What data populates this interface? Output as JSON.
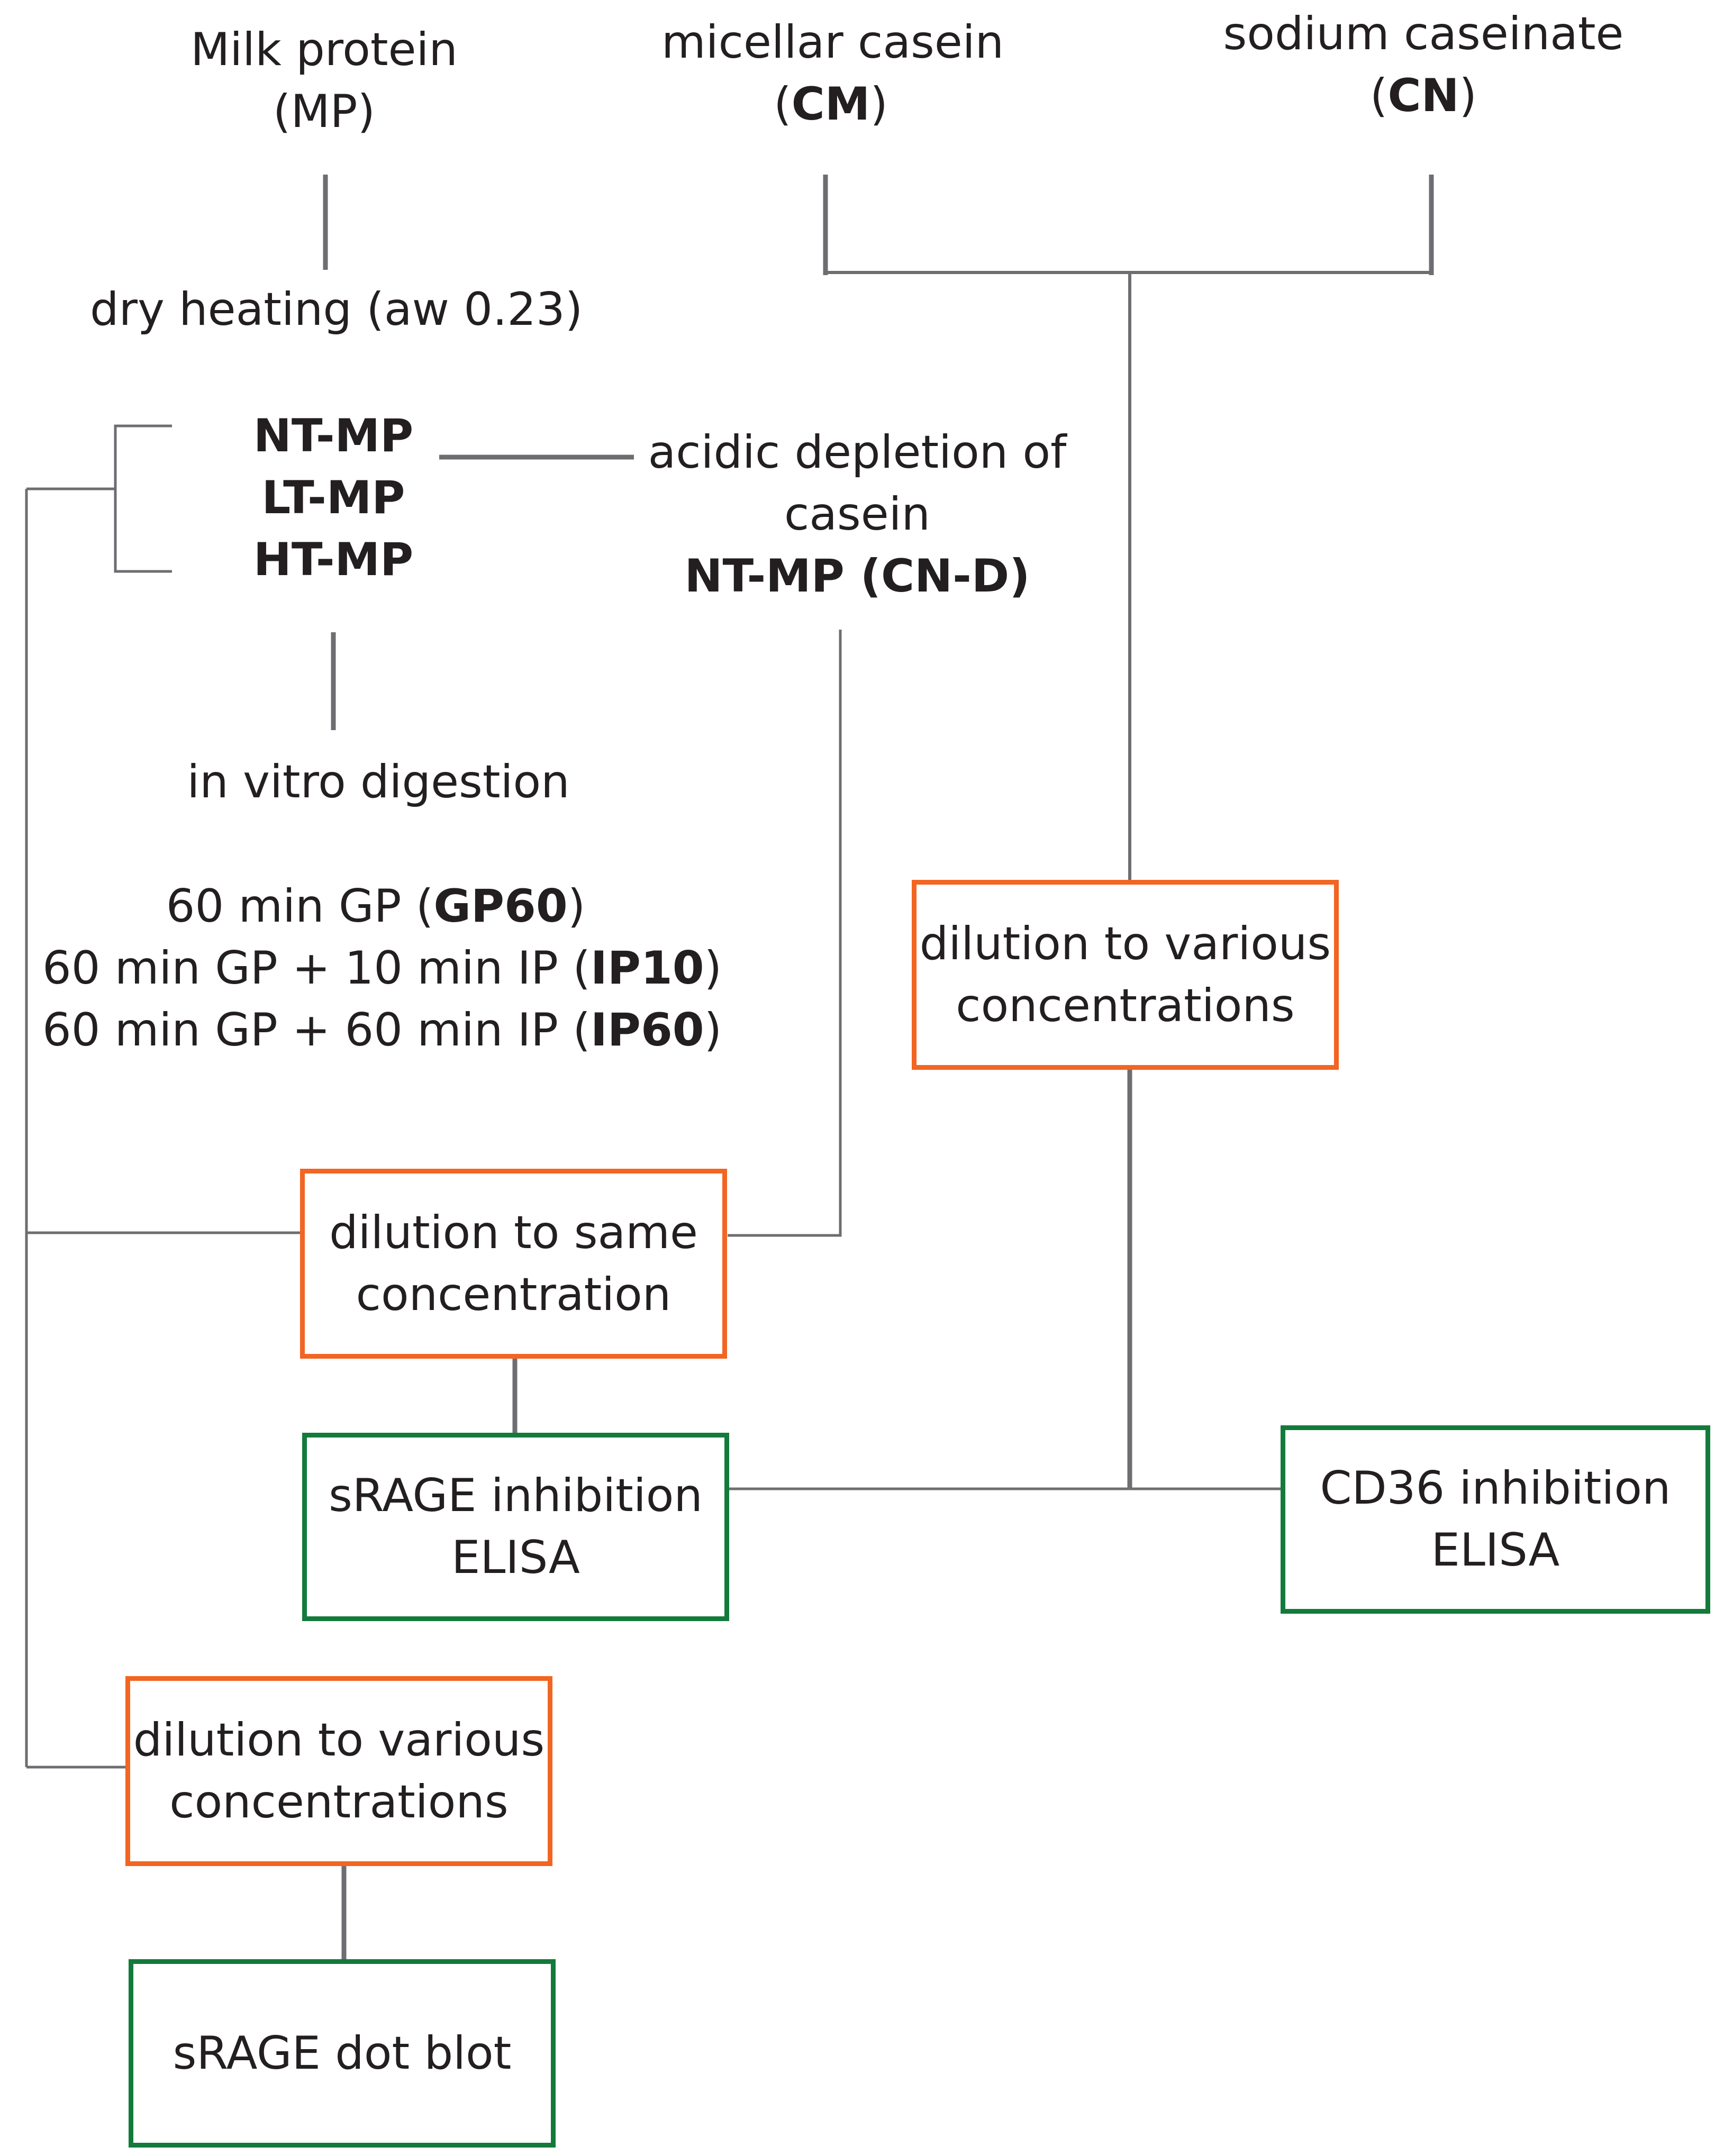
{
  "nodes": {
    "milk_protein": [
      "Milk protein",
      "(MP)"
    ],
    "micellar_casein": {
      "name": "micellar casein",
      "abbr": "CM"
    },
    "sodium_caseinate": {
      "name": "sodium caseinate",
      "abbr": "CN"
    },
    "dry_heating": "dry heating (aw 0.23)",
    "samples": [
      "NT-MP",
      "LT-MP",
      "HT-MP"
    ],
    "acidic_depletion": [
      "acidic depletion of",
      "casein",
      "NT-MP (CN-D)"
    ],
    "in_vitro_digestion": "in vitro  digestion",
    "digestion_steps": [
      {
        "text": "60 min GP",
        "code": "GP60"
      },
      {
        "text": "60 min GP + 10 min IP",
        "code": "IP10"
      },
      {
        "text": "60 min GP + 60 min IP",
        "code": "IP60"
      }
    ]
  },
  "boxes": {
    "dilution_various_top": [
      "dilution to various",
      "concentrations"
    ],
    "dilution_same": [
      "dilution to same",
      "concentration"
    ],
    "srage_elisa": [
      "sRAGE inhibition",
      "ELISA"
    ],
    "cd36_elisa": [
      "CD36 inhibition",
      "ELISA"
    ],
    "dilution_various_bottom": [
      "dilution to various",
      "concentrations"
    ],
    "srage_dot_blot": "sRAGE dot blot"
  },
  "colors": {
    "process_border": "#f26522",
    "assay_border": "#137a3c",
    "connector": "#6d6e71",
    "text": "#231f20"
  }
}
